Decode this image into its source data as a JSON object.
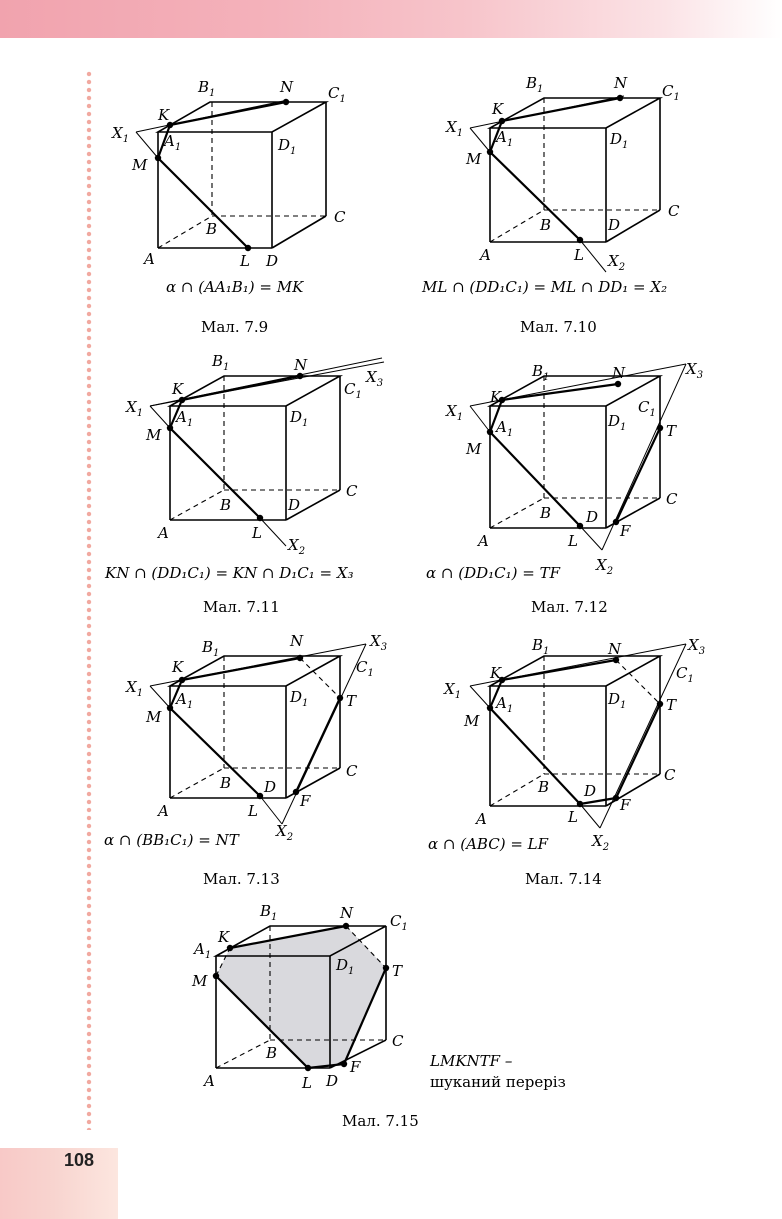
{
  "page_number": "108",
  "figures": [
    {
      "id": "7.9",
      "caption": "Мал. 7.9",
      "relation": "α ∩ (AA₁B₁) = MK"
    },
    {
      "id": "7.10",
      "caption": "Мал. 7.10",
      "relation": "ML ∩ (DD₁C₁) = ML ∩ DD₁ = X₂"
    },
    {
      "id": "7.11",
      "caption": "Мал. 7.11",
      "relation": "KN ∩ (DD₁C₁) = KN ∩ D₁C₁ = X₃"
    },
    {
      "id": "7.12",
      "caption": "Мал. 7.12",
      "relation": "α ∩ (DD₁C₁) = TF"
    },
    {
      "id": "7.13",
      "caption": "Мал. 7.13",
      "relation": "α ∩ (BB₁C₁) = NT"
    },
    {
      "id": "7.14",
      "caption": "Мал. 7.14",
      "relation": "α ∩ (ABC) = LF"
    },
    {
      "id": "7.15",
      "caption": "Мал. 7.15",
      "relation": ""
    }
  ],
  "section_note": {
    "polygon": "LMKNTF –",
    "text": "шуканий переріз"
  },
  "labels": {
    "A": "A",
    "B": "B",
    "C": "C",
    "D": "D",
    "A1": "A",
    "B1": "B",
    "C1": "C",
    "D1": "D",
    "X1": "X",
    "X2": "X",
    "X3": "X",
    "K": "K",
    "L": "L",
    "M": "M",
    "N": "N",
    "T": "T",
    "F": "F",
    "sub1": "1",
    "sub2": "2",
    "sub3": "3"
  },
  "colors": {
    "top_band": "#f4b2bb",
    "dots": "#f1a9a0",
    "page_tab": "#f8d4cf",
    "section_fill": "#d9d9dd"
  }
}
